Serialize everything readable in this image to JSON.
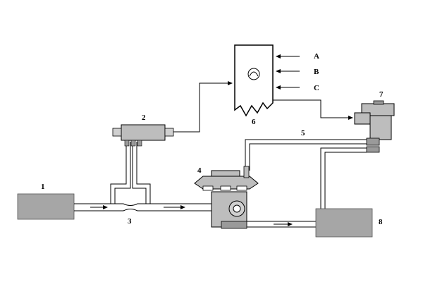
{
  "labels": {
    "n1": "1",
    "n2": "2",
    "n3": "3",
    "n4": "4",
    "n5": "5",
    "n6": "6",
    "n7": "7",
    "n8": "8",
    "inA": "A",
    "inB": "B",
    "inC": "C"
  },
  "colors": {
    "box_fill": "#a6a6a6",
    "line": "#000000",
    "component_fill": "#bdbdbd"
  }
}
